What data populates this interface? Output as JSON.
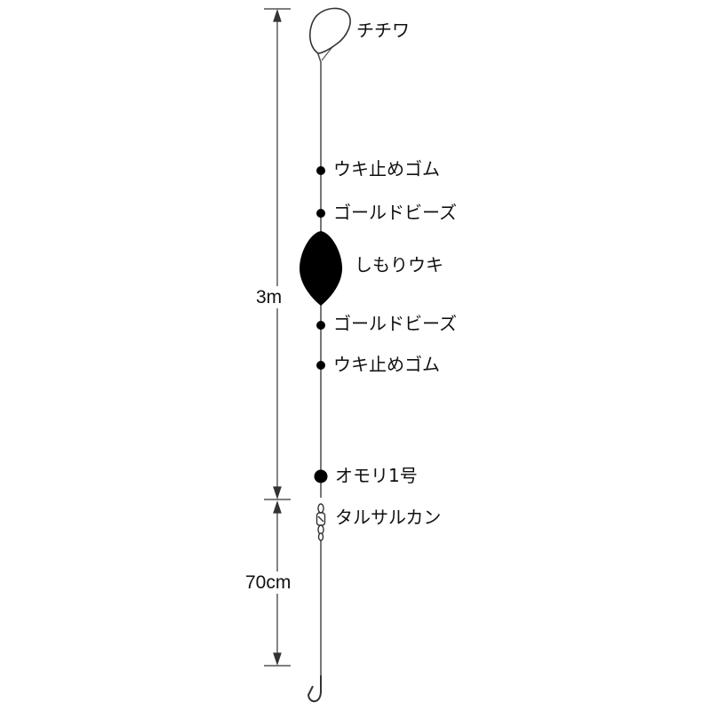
{
  "diagram": {
    "labels": {
      "loop": "チチワ",
      "stopper_top": "ウキ止めゴム",
      "beads_top": "ゴールドビーズ",
      "float": "しもりウキ",
      "beads_bottom": "ゴールドビーズ",
      "stopper_bottom": "ウキ止めゴム",
      "sinker": "オモリ1号",
      "swivel": "タルサルカン"
    },
    "dimensions": {
      "main_length": "3m",
      "leader_length": "70cm"
    },
    "colors": {
      "line": "#555555",
      "component": "#000000",
      "text": "#111111"
    }
  }
}
